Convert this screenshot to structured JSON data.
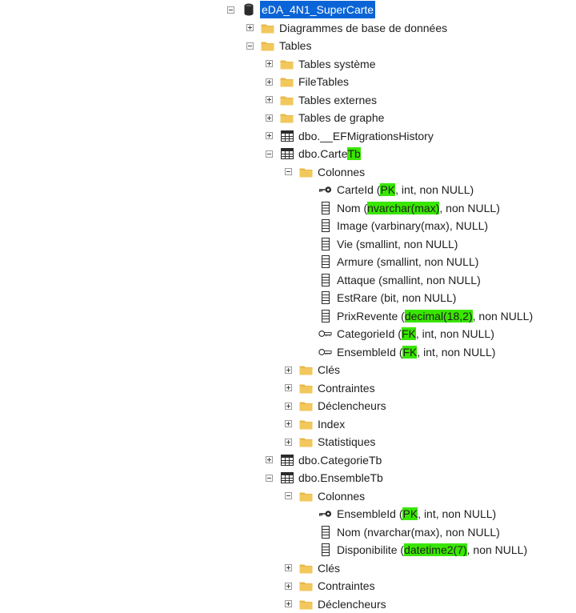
{
  "colors": {
    "highlight": "#39e600",
    "selection": "#0a64d6",
    "folder": "#e8b84a"
  },
  "tree": [
    {
      "depth": 0,
      "toggle": "minus",
      "icon": "database-icon",
      "selected": true,
      "segments": [
        {
          "t": "eDA_4N1_SuperCarte"
        }
      ]
    },
    {
      "depth": 1,
      "toggle": "plus",
      "icon": "folder-icon",
      "segments": [
        {
          "t": "Diagrammes de base de données"
        }
      ]
    },
    {
      "depth": 1,
      "toggle": "minus",
      "icon": "folder-icon",
      "segments": [
        {
          "t": "Tables"
        }
      ]
    },
    {
      "depth": 2,
      "toggle": "plus",
      "icon": "folder-icon",
      "segments": [
        {
          "t": "Tables système"
        }
      ]
    },
    {
      "depth": 2,
      "toggle": "plus",
      "icon": "folder-icon",
      "segments": [
        {
          "t": "FileTables"
        }
      ]
    },
    {
      "depth": 2,
      "toggle": "plus",
      "icon": "folder-icon",
      "segments": [
        {
          "t": "Tables externes"
        }
      ]
    },
    {
      "depth": 2,
      "toggle": "plus",
      "icon": "folder-icon",
      "segments": [
        {
          "t": "Tables de graphe"
        }
      ]
    },
    {
      "depth": 2,
      "toggle": "plus",
      "icon": "table-icon",
      "segments": [
        {
          "t": "dbo.__EFMigrationsHistory"
        }
      ]
    },
    {
      "depth": 2,
      "toggle": "minus",
      "icon": "table-icon",
      "segments": [
        {
          "t": "dbo.Carte"
        },
        {
          "t": "Tb",
          "hl": true
        }
      ]
    },
    {
      "depth": 3,
      "toggle": "minus",
      "icon": "folder-icon",
      "segments": [
        {
          "t": "Colonnes"
        }
      ]
    },
    {
      "depth": 4,
      "icon": "primary-key-icon",
      "segments": [
        {
          "t": "CarteId ("
        },
        {
          "t": "PK",
          "hl": true
        },
        {
          "t": ", int, non NULL)"
        }
      ]
    },
    {
      "depth": 4,
      "icon": "column-icon",
      "segments": [
        {
          "t": "Nom ("
        },
        {
          "t": "nvarchar(max)",
          "hl": true
        },
        {
          "t": ", non NULL)"
        }
      ]
    },
    {
      "depth": 4,
      "icon": "column-icon",
      "segments": [
        {
          "t": "Image (varbinary(max), NULL)"
        }
      ]
    },
    {
      "depth": 4,
      "icon": "column-icon",
      "segments": [
        {
          "t": "Vie (smallint, non NULL)"
        }
      ]
    },
    {
      "depth": 4,
      "icon": "column-icon",
      "segments": [
        {
          "t": "Armure (smallint, non NULL)"
        }
      ]
    },
    {
      "depth": 4,
      "icon": "column-icon",
      "segments": [
        {
          "t": "Attaque (smallint, non NULL)"
        }
      ]
    },
    {
      "depth": 4,
      "icon": "column-icon",
      "segments": [
        {
          "t": "EstRare (bit, non NULL)"
        }
      ]
    },
    {
      "depth": 4,
      "icon": "column-icon",
      "segments": [
        {
          "t": "PrixRevente ("
        },
        {
          "t": "decimal(18,2)",
          "hl": true
        },
        {
          "t": ", non NULL)"
        }
      ]
    },
    {
      "depth": 4,
      "icon": "foreign-key-icon",
      "segments": [
        {
          "t": "CategorieId ("
        },
        {
          "t": "FK",
          "hl": true
        },
        {
          "t": ", int, non NULL)"
        }
      ]
    },
    {
      "depth": 4,
      "icon": "foreign-key-icon",
      "segments": [
        {
          "t": "EnsembleId ("
        },
        {
          "t": "FK",
          "hl": true
        },
        {
          "t": ", int, non NULL)"
        }
      ]
    },
    {
      "depth": 3,
      "toggle": "plus",
      "icon": "folder-icon",
      "segments": [
        {
          "t": "Clés"
        }
      ]
    },
    {
      "depth": 3,
      "toggle": "plus",
      "icon": "folder-icon",
      "segments": [
        {
          "t": "Contraintes"
        }
      ]
    },
    {
      "depth": 3,
      "toggle": "plus",
      "icon": "folder-icon",
      "segments": [
        {
          "t": "Déclencheurs"
        }
      ]
    },
    {
      "depth": 3,
      "toggle": "plus",
      "icon": "folder-icon",
      "segments": [
        {
          "t": "Index"
        }
      ]
    },
    {
      "depth": 3,
      "toggle": "plus",
      "icon": "folder-icon",
      "segments": [
        {
          "t": "Statistiques"
        }
      ]
    },
    {
      "depth": 2,
      "toggle": "plus",
      "icon": "table-icon",
      "segments": [
        {
          "t": "dbo.CategorieTb"
        }
      ]
    },
    {
      "depth": 2,
      "toggle": "minus",
      "icon": "table-icon",
      "segments": [
        {
          "t": "dbo.EnsembleTb"
        }
      ]
    },
    {
      "depth": 3,
      "toggle": "minus",
      "icon": "folder-icon",
      "segments": [
        {
          "t": "Colonnes"
        }
      ]
    },
    {
      "depth": 4,
      "icon": "primary-key-icon",
      "segments": [
        {
          "t": "EnsembleId ("
        },
        {
          "t": "PK",
          "hl": true
        },
        {
          "t": ", int, non NULL)"
        }
      ]
    },
    {
      "depth": 4,
      "icon": "column-icon",
      "segments": [
        {
          "t": "Nom (nvarchar(max), non NULL)"
        }
      ]
    },
    {
      "depth": 4,
      "icon": "column-icon",
      "segments": [
        {
          "t": "Disponibilite ("
        },
        {
          "t": "datetime2(7)",
          "hl": true
        },
        {
          "t": ", non NULL)"
        }
      ]
    },
    {
      "depth": 3,
      "toggle": "plus",
      "icon": "folder-icon",
      "segments": [
        {
          "t": "Clés"
        }
      ]
    },
    {
      "depth": 3,
      "toggle": "plus",
      "icon": "folder-icon",
      "segments": [
        {
          "t": "Contraintes"
        }
      ]
    },
    {
      "depth": 3,
      "toggle": "plus",
      "icon": "folder-icon",
      "segments": [
        {
          "t": "Déclencheurs"
        }
      ]
    }
  ]
}
